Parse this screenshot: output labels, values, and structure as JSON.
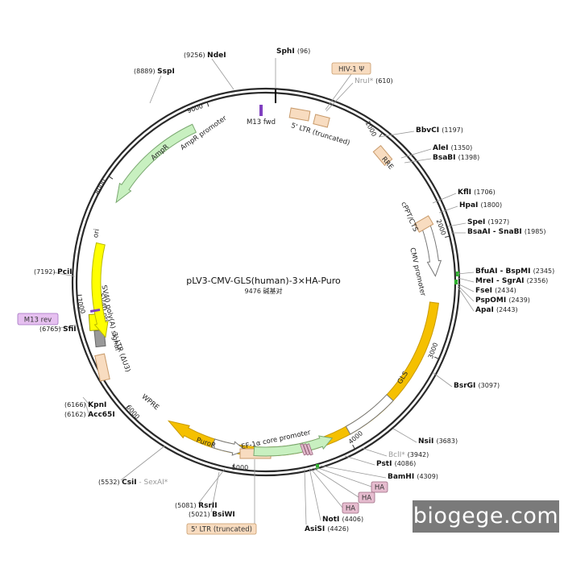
{
  "plasmid": {
    "name": "pLV3-CMV-GLS(human)-3×HA-Puro",
    "size_label": "9476 碱基对",
    "length": 9476
  },
  "ticks": [
    1000,
    2000,
    3000,
    4000,
    5000,
    6000,
    7000,
    8000,
    9000
  ],
  "sites": [
    {
      "id": "sphi",
      "name": "SphI",
      "pos": "(96)",
      "bp": 96
    },
    {
      "id": "nrui",
      "name": "NruI*",
      "pos": "(610)",
      "bp": 610,
      "gray": true
    },
    {
      "id": "bbvci",
      "name": "BbvCI",
      "pos": "(1197)",
      "bp": 1197
    },
    {
      "id": "alei",
      "name": "AleI",
      "pos": "(1350)",
      "bp": 1350
    },
    {
      "id": "bsabi",
      "name": "BsaBI",
      "pos": "(1398)",
      "bp": 1398
    },
    {
      "id": "kfli",
      "name": "KflI",
      "pos": "(1706)",
      "bp": 1706
    },
    {
      "id": "hpai",
      "name": "HpaI",
      "pos": "(1800)",
      "bp": 1800
    },
    {
      "id": "spei",
      "name": "SpeI",
      "pos": "(1927)",
      "bp": 1927
    },
    {
      "id": "bsaai",
      "name": "BsaAI - SnaBI",
      "pos": "(1985)",
      "bp": 1985
    },
    {
      "id": "bfuai",
      "name": "BfuAI - BspMI",
      "pos": "(2345)",
      "bp": 2345
    },
    {
      "id": "mrei",
      "name": "MreI - SgrAI",
      "pos": "(2356)",
      "bp": 2356
    },
    {
      "id": "fsei",
      "name": "FseI",
      "pos": "(2434)",
      "bp": 2434
    },
    {
      "id": "pspomi",
      "name": "PspOMI",
      "pos": "(2439)",
      "bp": 2439
    },
    {
      "id": "apai",
      "name": "ApaI",
      "pos": "(2443)",
      "bp": 2443
    },
    {
      "id": "bsrgi",
      "name": "BsrGI",
      "pos": "(3097)",
      "bp": 3097
    },
    {
      "id": "nsii",
      "name": "NsiI",
      "pos": "(3683)",
      "bp": 3683
    },
    {
      "id": "bcli",
      "name": "BclI*",
      "pos": "(3942)",
      "bp": 3942,
      "gray": true
    },
    {
      "id": "psti",
      "name": "PstI",
      "pos": "(4086)",
      "bp": 4086
    },
    {
      "id": "bamhi",
      "name": "BamHI",
      "pos": "(4309)",
      "bp": 4309
    },
    {
      "id": "noti",
      "name": "NotI",
      "pos": "(4406)",
      "bp": 4406
    },
    {
      "id": "asisi",
      "name": "AsiSI",
      "pos": "(4426)",
      "bp": 4426
    },
    {
      "id": "bsiwi",
      "name": "BsiWI",
      "pos": "(5021)",
      "bp": 5021
    },
    {
      "id": "rsrii",
      "name": "RsrII",
      "pos": "(5081)",
      "bp": 5081
    },
    {
      "id": "csii",
      "name": "CsiI",
      "pos": "(5532)",
      "bp": 5532,
      "extra": "SexAI*"
    },
    {
      "id": "acc65i",
      "name": "Acc65I",
      "pos": "(6162)",
      "bp": 6162
    },
    {
      "id": "kpni",
      "name": "KpnI",
      "pos": "(6166)",
      "bp": 6166
    },
    {
      "id": "sfii",
      "name": "SfiI",
      "pos": "(6765)",
      "bp": 6765
    },
    {
      "id": "pcii",
      "name": "PciI",
      "pos": "(7192)",
      "bp": 7192
    },
    {
      "id": "sspi",
      "name": "SspI",
      "pos": "(8889)",
      "bp": 8889
    },
    {
      "id": "ndei",
      "name": "NdeI",
      "pos": "(9256)",
      "bp": 9256
    }
  ],
  "features": [
    {
      "id": "ltr5",
      "label": "5' LTR (truncated)",
      "color": "#f8dcc0",
      "stroke": "#c89a6a"
    },
    {
      "id": "hiv-psi",
      "label": "HIV-1 Ψ",
      "color": "#f8dcc0",
      "stroke": "#c89a6a"
    },
    {
      "id": "rre",
      "label": "RRE",
      "color": "#f8dcc0",
      "stroke": "#c89a6a"
    },
    {
      "id": "cppt",
      "label": "cPPT/CTS",
      "color": "#f8dcc0",
      "stroke": "#c89a6a"
    },
    {
      "id": "cmv",
      "label": "CMV promoter",
      "color": "#ffffff",
      "stroke": "#777777"
    },
    {
      "id": "gls",
      "label": "GLS",
      "color": "#f5c000",
      "stroke": "#c99a00"
    },
    {
      "id": "ha",
      "label": "HA",
      "color": "#e6bccf",
      "stroke": "#9a6a80"
    },
    {
      "id": "ef1a",
      "label": "EF-1α core promoter",
      "color": "#ffffff",
      "stroke": "#777777"
    },
    {
      "id": "puror",
      "label": "PuroR",
      "color": "#c8f0c0",
      "stroke": "#7aa870"
    },
    {
      "id": "wpre",
      "label": "WPRE",
      "color": "#ffffff",
      "stroke": "#777777"
    },
    {
      "id": "ltr3",
      "label": "3' LTR (ΔU3)",
      "color": "#f8dcc0",
      "stroke": "#c89a6a"
    },
    {
      "id": "sv40ori",
      "label": "SV40 ori",
      "color": "#ffff00",
      "stroke": "#999900"
    },
    {
      "id": "sv40polya",
      "label": "SV40 poly(A) signal",
      "color": "#999999",
      "stroke": "#666666"
    },
    {
      "id": "ori",
      "label": "ori",
      "color": "#ffff00",
      "stroke": "#b8b800"
    },
    {
      "id": "ampr",
      "label": "AmpR",
      "color": "#c8f0c0",
      "stroke": "#7aa870"
    },
    {
      "id": "ampr-promoter",
      "label": "AmpR promoter",
      "color": "#c8f0c0",
      "stroke": "#7aa870"
    },
    {
      "id": "m13fwd",
      "label": "M13 fwd",
      "color": "#8040c0",
      "stroke": "#5a2a90"
    },
    {
      "id": "m13rev",
      "label": "M13 rev",
      "color": "#8040c0",
      "stroke": "#5a2a90"
    }
  ],
  "tags": [
    {
      "id": "hiv-psi",
      "label": "HIV-1 Ψ",
      "fill": "#f8dcc0",
      "stroke": "#c89a6a",
      "text": "#333333"
    },
    {
      "id": "m13rev",
      "label": "M13 rev",
      "fill": "#e6c0f0",
      "stroke": "#a070c0",
      "text": "#333333"
    },
    {
      "id": "ha1",
      "label": "HA",
      "fill": "#e6bccf",
      "stroke": "#9a6a80",
      "text": "#333333"
    },
    {
      "id": "ha2",
      "label": "HA",
      "fill": "#e6bccf",
      "stroke": "#9a6a80",
      "text": "#333333"
    },
    {
      "id": "ha3",
      "label": "HA",
      "fill": "#e6bccf",
      "stroke": "#9a6a80",
      "text": "#333333"
    },
    {
      "id": "ltr5-bottom",
      "label": "5' LTR (truncated)",
      "fill": "#f8dcc0",
      "stroke": "#c89a6a",
      "text": "#333333"
    }
  ],
  "watermark": "biogege.com"
}
